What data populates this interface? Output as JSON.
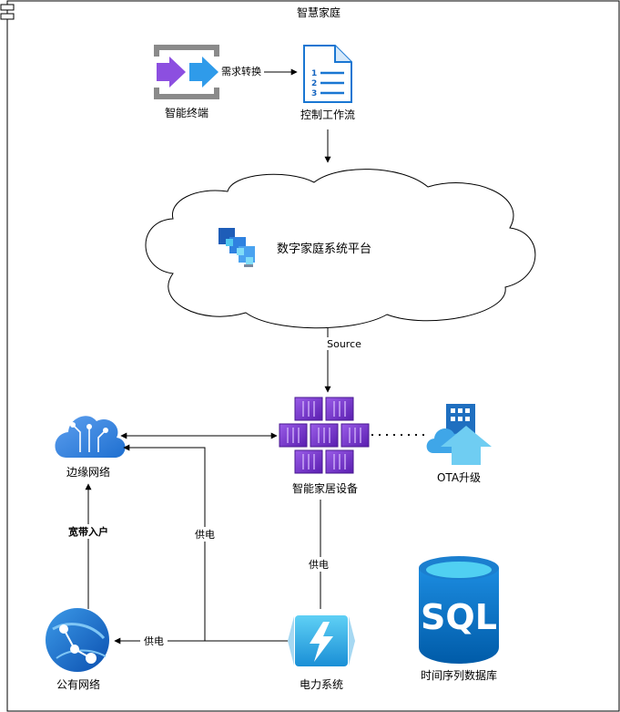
{
  "frame": {
    "title": "智慧家庭"
  },
  "nodes": {
    "smart_terminal": "智能终端",
    "control_workflow": "控制工作流",
    "platform": "数字家庭系统平台",
    "edge_network": "边缘网络",
    "smart_devices": "智能家居设备",
    "ota_upgrade": "OTA升级",
    "public_network": "公有网络",
    "power_system": "电力系统",
    "tsdb": "时间序列数据库"
  },
  "edges": {
    "demand_conversion": "需求转换",
    "source": "Source",
    "broadband_access": "宽带入户",
    "power_supply_left": "供电",
    "power_supply_mid": "供电",
    "power_supply_bottom": "供电"
  },
  "icons": {
    "sql_label": "SQL"
  },
  "colors": {
    "azure_blue": "#0078D4",
    "light_blue": "#50C8F0",
    "purple": "#773ADC",
    "sql_blue": "#0066B8"
  }
}
